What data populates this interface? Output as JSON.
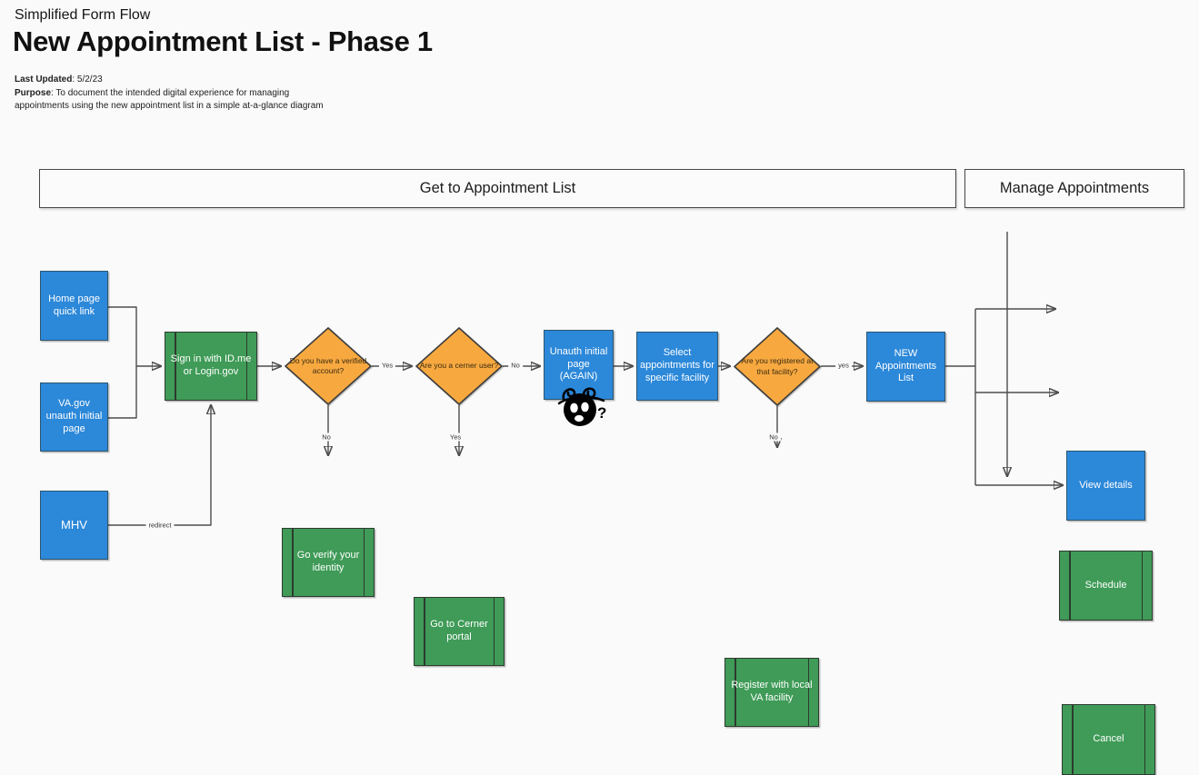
{
  "header": {
    "kicker": "Simplified Form Flow",
    "title": "New Appointment List - Phase 1",
    "last_updated_label": "Last Updated",
    "last_updated_value": ": 5/2/23",
    "purpose_label": "Purpose",
    "purpose_value": ": To document the intended digital experience for managing appointments using the new appointment list in a simple at-a-glance diagram"
  },
  "lanes": {
    "get_to_appointment_list": "Get to Appointment List",
    "manage_appointments": "Manage Appointments"
  },
  "nodes": {
    "home_quick_link": "Home page quick link",
    "vagov_unauth": "VA.gov unauth initial page",
    "mhv": "MHV",
    "sign_in": "Sign in with ID.me or Login.gov",
    "verified_q": "Do you have a verified account?",
    "go_verify": "Go verify your identity",
    "cerner_q": "Are you a cerner user?",
    "go_cerner": "Go to Cerner portal",
    "unauth_again": "Unauth initial page (AGAIN)",
    "select_appointments": "Select appointments for specific facility",
    "registered_q": "Are you registered at that facility?",
    "register_facility": "Register with local VA facility",
    "new_appointments_list": "NEW Appointments List",
    "schedule": "Schedule",
    "cancel": "Cancel",
    "view_details": "View details"
  },
  "edge_labels": {
    "redirect": "redirect",
    "verified_yes": "Yes",
    "verified_no": "No",
    "cerner_no": "No",
    "cerner_yes": "Yes",
    "registered_yes": "yes",
    "registered_no": "No"
  },
  "icons": {
    "dizzy_face": "dizzy-face-icon"
  },
  "colors": {
    "node_blue": "#2c88d9",
    "node_green": "#3f9b57",
    "decision_orange": "#f7a940",
    "edge": "#4d4d4d",
    "canvas": "#fafafa"
  }
}
